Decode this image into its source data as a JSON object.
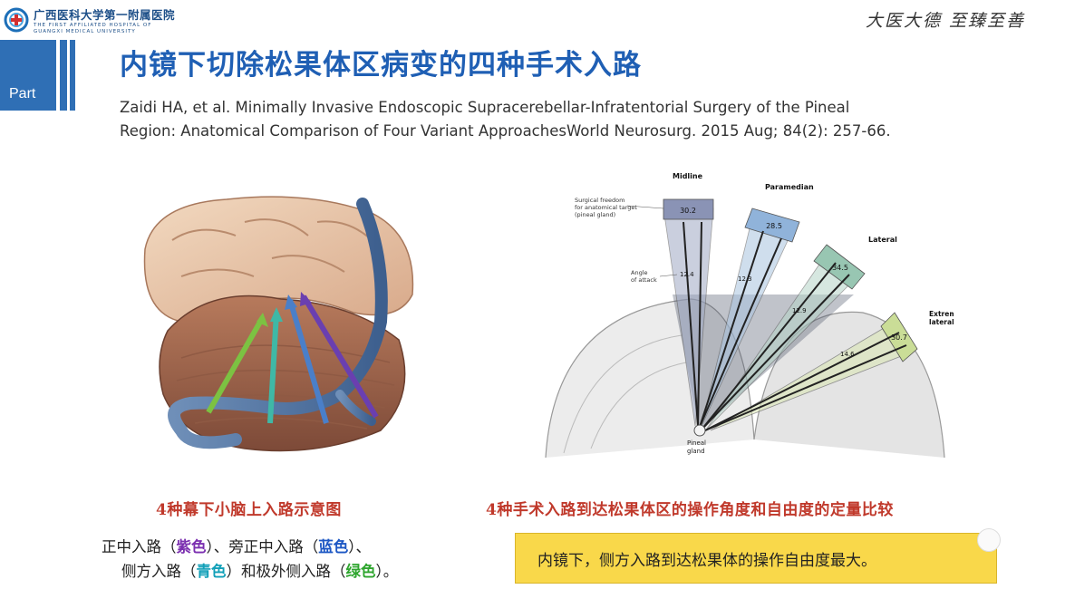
{
  "header": {
    "hospital_cn": "广西医科大学第一附属医院",
    "hospital_en_1": "THE FIRST AFFILIATED HOSPITAL OF",
    "hospital_en_2": "GUANGXI MEDICAL UNIVERSITY",
    "motto": "大医大德 至臻至善"
  },
  "part_label": "Part",
  "title": "内镜下切除松果体区病变的四种手术入路",
  "citation": {
    "line1": "Zaidi HA, et al. Minimally Invasive Endoscopic Supracerebellar-Infratentorial Surgery of the Pineal",
    "line2": "Region: Anatomical Comparison of Four Variant ApproachesWorld Neurosurg. 2015 Aug; 84(2): 257-66."
  },
  "diagram": {
    "labels": {
      "midline": "Midline",
      "paramedian": "Paramedian",
      "lateral": "Lateral",
      "extreme1": "Extreme",
      "extreme2": "lateral",
      "freedom1": "Surgical freedom",
      "freedom2": "for anatomical target",
      "freedom3": "(pineal gland)",
      "angle1": "Angle",
      "angle2": "of attack",
      "pineal1": "Pineal",
      "pineal2": "gland"
    },
    "values": {
      "midline_freedom": "30.2",
      "paramedian_freedom": "28.5",
      "lateral_freedom": "34.5",
      "extreme_freedom": "30.7",
      "midline_angle": "12.4",
      "paramedian_angle": "12.3",
      "lateral_angle": "12.9",
      "extreme_angle": "14.6"
    }
  },
  "captions": {
    "left": "4种幕下小脑上入路示意图",
    "right": "4种手术入路到达松果体区的操作角度和自由度的定量比较"
  },
  "legend": {
    "l1_a": "正中入路（",
    "l1_purple": "紫色",
    "l1_b": "）、旁正中入路（",
    "l1_blue": "蓝色",
    "l1_c": "）、",
    "l2_a": "侧方入路（",
    "l2_cyan": "青色",
    "l2_b": "）和极外侧入路（",
    "l2_green": "绿色",
    "l2_c": "）。"
  },
  "conclusion": "内镜下，侧方入路到达松果体的操作自由度最大。",
  "colors": {
    "accent": "#2f6fb5",
    "title": "#1f5fb4",
    "caption": "#c0392b",
    "purple": "#7b2fb0",
    "blue": "#1c57c4",
    "cyan": "#12a0b8",
    "green": "#2ea52e",
    "highlight": "#f9d84a"
  }
}
